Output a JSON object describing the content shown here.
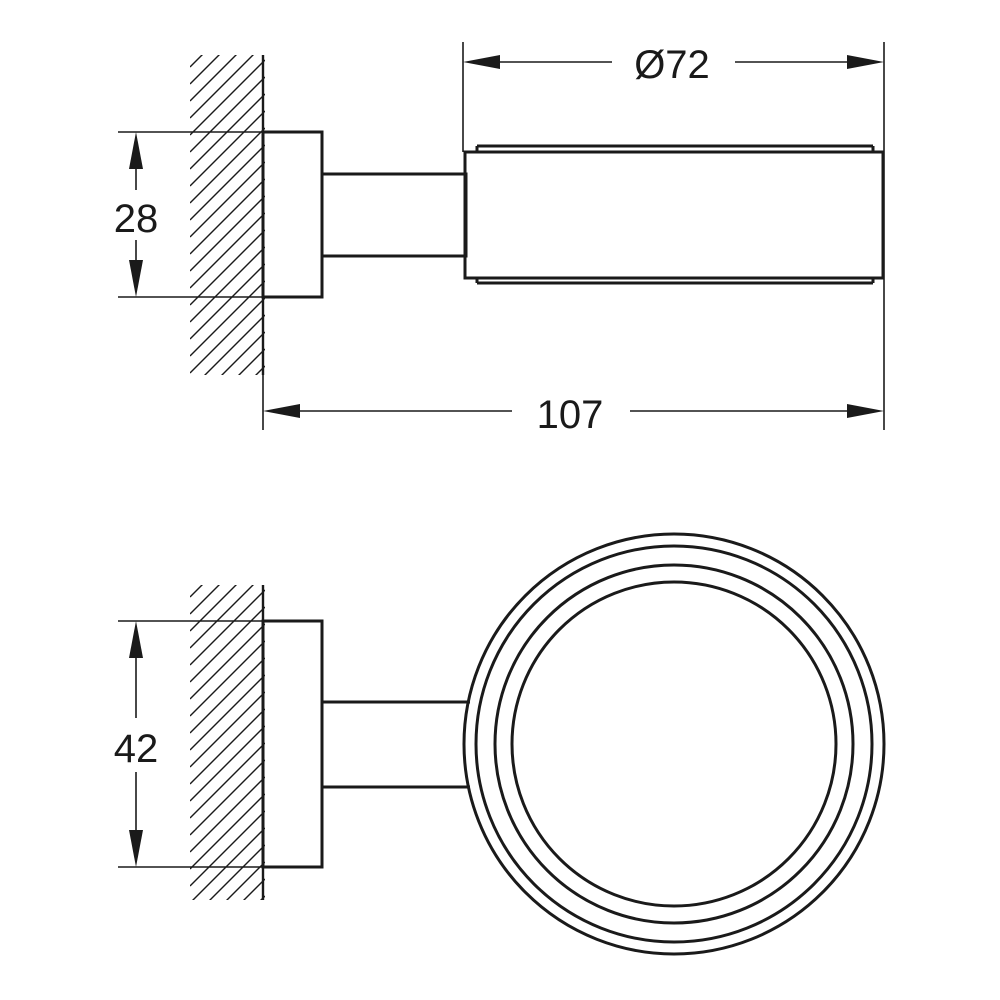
{
  "dimensions": {
    "diameter": "Ø72",
    "total_length": "107",
    "side_height": "28",
    "front_height": "42"
  }
}
